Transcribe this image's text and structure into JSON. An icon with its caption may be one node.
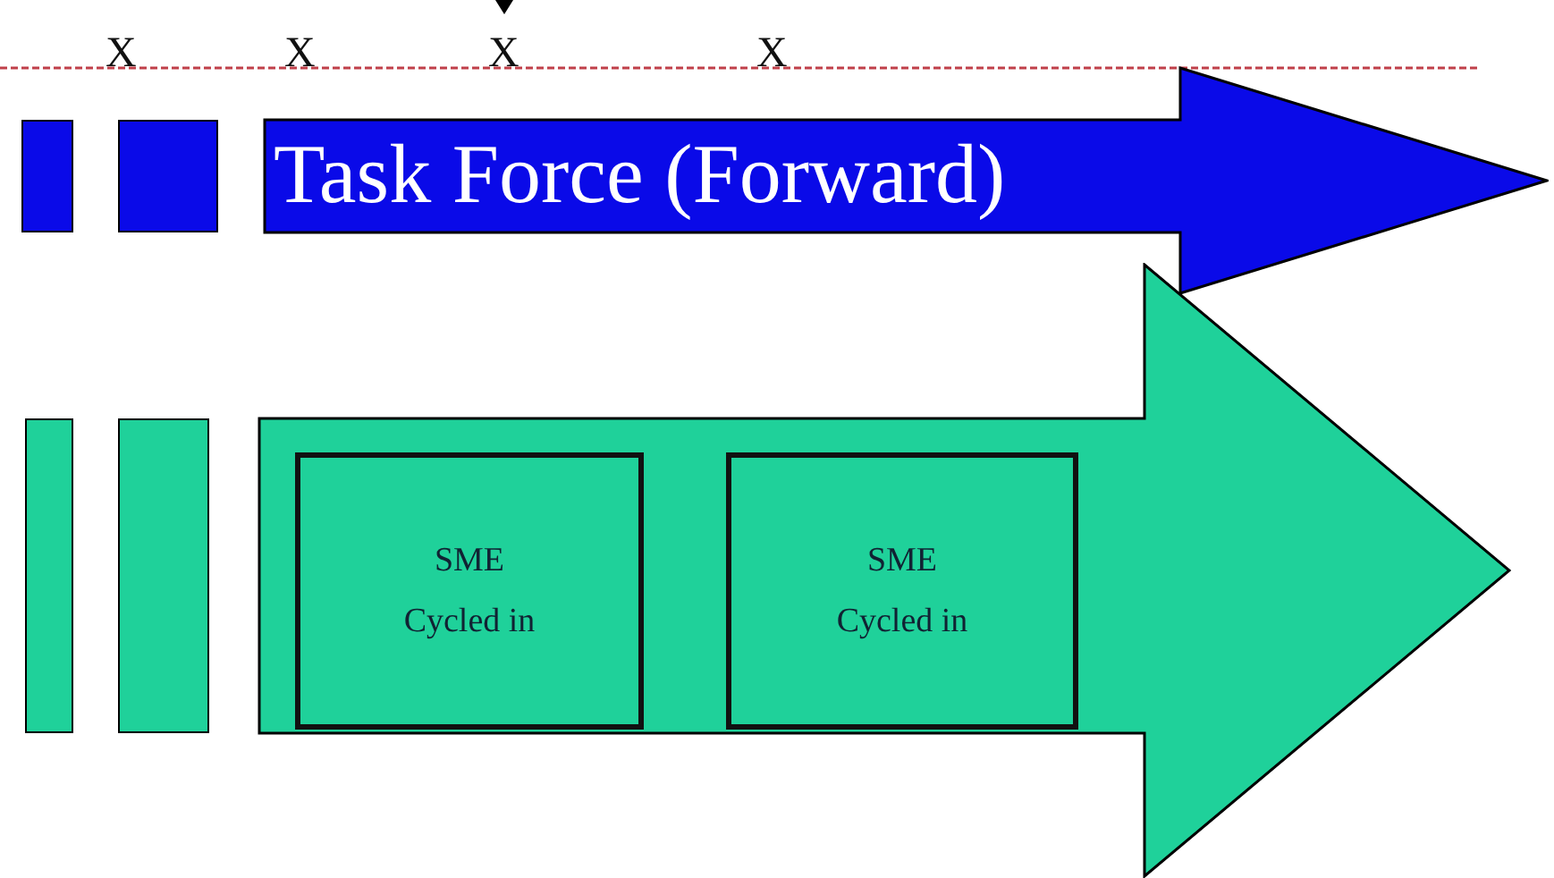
{
  "diagram": {
    "nodes": [
      {
        "text": [],
        "shape": "bar"
      },
      {
        "text": [],
        "shape": "bar"
      },
      {
        "text": [
          "Task Force (Forward)"
        ]
      },
      {
        "text": [],
        "shape": "bar"
      },
      {
        "text": [],
        "shape": "bar"
      },
      {
        "text": [],
        "shape": "band"
      },
      {
        "text": [
          "SME Cycled in"
        ],
        "in": 5
      },
      {
        "text": [
          "SME Cycled in"
        ],
        "in": 5
      }
    ],
    "labels": [
      "X",
      "X",
      "X",
      "X"
    ]
  }
}
